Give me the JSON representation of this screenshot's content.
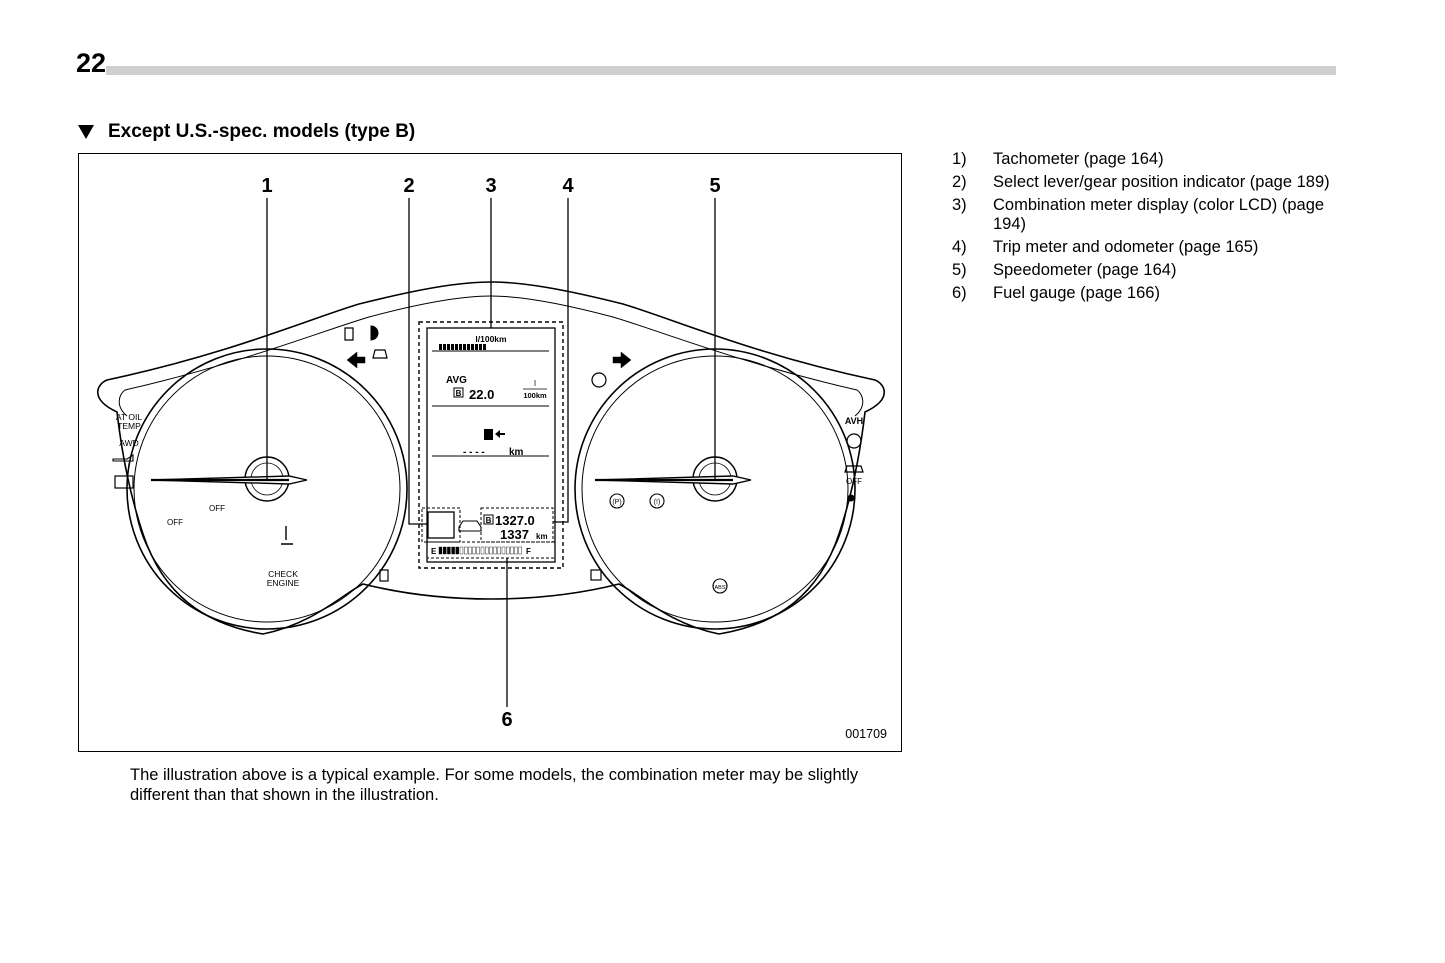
{
  "page": {
    "number": "22"
  },
  "section": {
    "heading": "Except U.S.-spec. models (type B)"
  },
  "figure": {
    "callouts": [
      "1",
      "2",
      "3",
      "4",
      "5",
      "6"
    ],
    "code": "001709",
    "tachometer": {
      "labels": [
        "AT OIL",
        "TEMP",
        "AWD",
        "OFF",
        "OFF",
        "CHECK",
        "ENGINE"
      ]
    },
    "display": {
      "fuel_unit": "l/100km",
      "avg_label": "AVG",
      "trip_badge": "B",
      "avg_value": "22.0",
      "avg_unit_top": "l",
      "avg_unit_bottom": "100km",
      "range_value": "- - - -",
      "range_unit": "km",
      "trip_value": "1327.0",
      "odometer_value": "1337",
      "odometer_unit": "km",
      "fuel_empty": "E",
      "fuel_full": "F",
      "fuel_level": 0.25
    },
    "speedometer": {
      "labels": [
        "AVH",
        "OFF",
        "(P)",
        "(!)",
        "(ABS)"
      ]
    }
  },
  "caption": "The illustration above is a typical example. For some models, the combination meter may be slightly different than that shown in the illustration.",
  "legend": [
    {
      "num": "1)",
      "text": "Tachometer (page 164)"
    },
    {
      "num": "2)",
      "text": "Select lever/gear position indicator (page 189)"
    },
    {
      "num": "3)",
      "text": "Combination meter display (color LCD) (page 194)"
    },
    {
      "num": "4)",
      "text": "Trip meter and odometer (page 165)"
    },
    {
      "num": "5)",
      "text": "Speedometer (page 164)"
    },
    {
      "num": "6)",
      "text": "Fuel gauge (page 166)"
    }
  ]
}
